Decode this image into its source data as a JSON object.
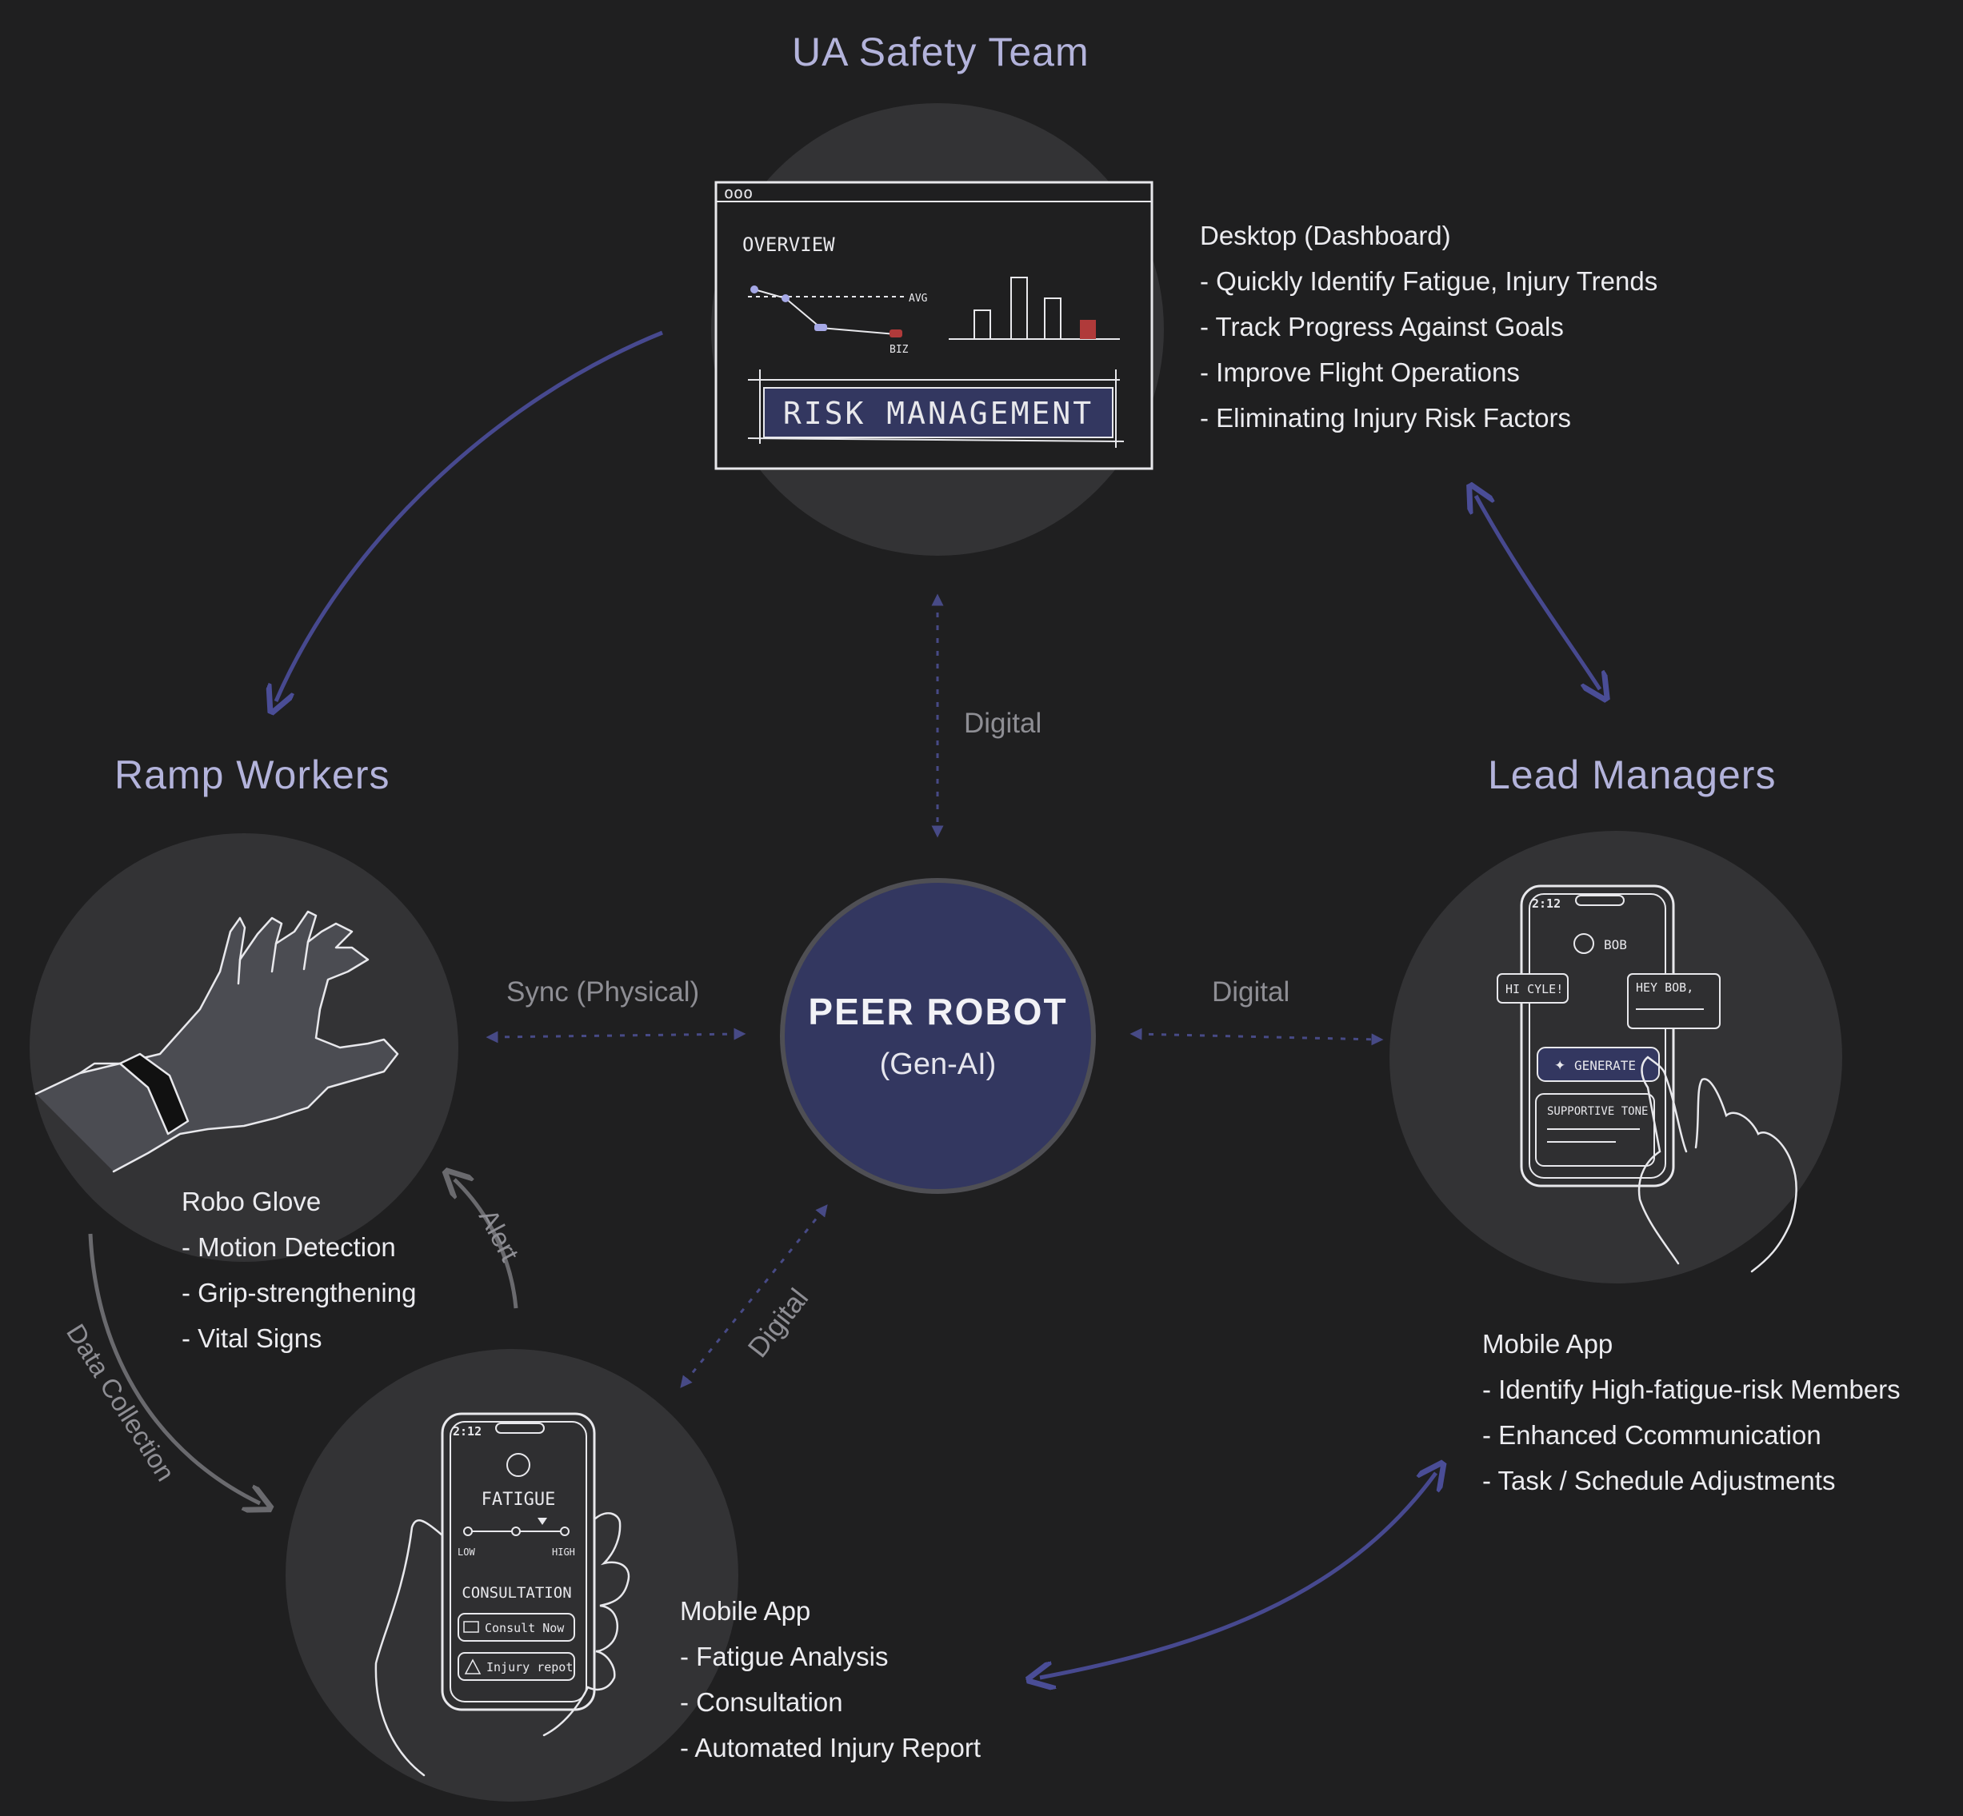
{
  "colors": {
    "background": "#1f1f20",
    "circle": "#333335",
    "accent_arrow": "#47498f",
    "gray_arrow": "#6a6a6e",
    "hub_fill": "#333760",
    "alert_red": "#b03a3a"
  },
  "hub": {
    "title": "PEER ROBOT",
    "subtitle": "(Gen-AI)"
  },
  "top": {
    "title": "UA Safety Team",
    "dashboard": {
      "window_dots": "ooo",
      "heading": "OVERVIEW",
      "avg_label": "AVG",
      "biz_label": "BIZ",
      "banner": "RISK MANAGEMENT"
    },
    "features_title": "Desktop (Dashboard)",
    "features": [
      "- Quickly Identify Fatigue, Injury Trends",
      "- Track Progress Against Goals",
      "- Improve Flight Operations",
      "-  Eliminating Injury Risk Factors"
    ]
  },
  "left": {
    "title": "Ramp Workers",
    "icon": "robo-glove-hand",
    "features_title": "Robo Glove",
    "features": [
      "- Motion Detection",
      "-  Grip-strengthening",
      "-  Vital Signs"
    ]
  },
  "right": {
    "title": "Lead Managers",
    "phone": {
      "time": "2:12",
      "name": "BOB",
      "bubble_left": "HI CYLE!",
      "bubble_right": "HEY BOB,",
      "button": "GENERATE",
      "card": "SUPPORTIVE TONE"
    },
    "features_title": "Mobile App",
    "features": [
      "- Identify High-fatigue-risk Members",
      "- Enhanced Ccommunication",
      "-  Task / Schedule Adjustments"
    ]
  },
  "bottom": {
    "phone": {
      "time": "2:12",
      "heading": "FATIGUE",
      "low": "LOW",
      "high": "HIGH",
      "section": "CONSULTATION",
      "btn1": "Consult Now",
      "btn2": "Injury repot"
    },
    "features_title": "Mobile App",
    "features": [
      "- Fatigue Analysis",
      "-  Consultation",
      "-  Automated Injury Report"
    ]
  },
  "connections": {
    "top_hub": "Digital",
    "left_hub": "Sync (Physical)",
    "right_hub": "Digital",
    "bottom_hub": "Digital",
    "alert": "Alert",
    "data_collection": "Data Collection"
  }
}
